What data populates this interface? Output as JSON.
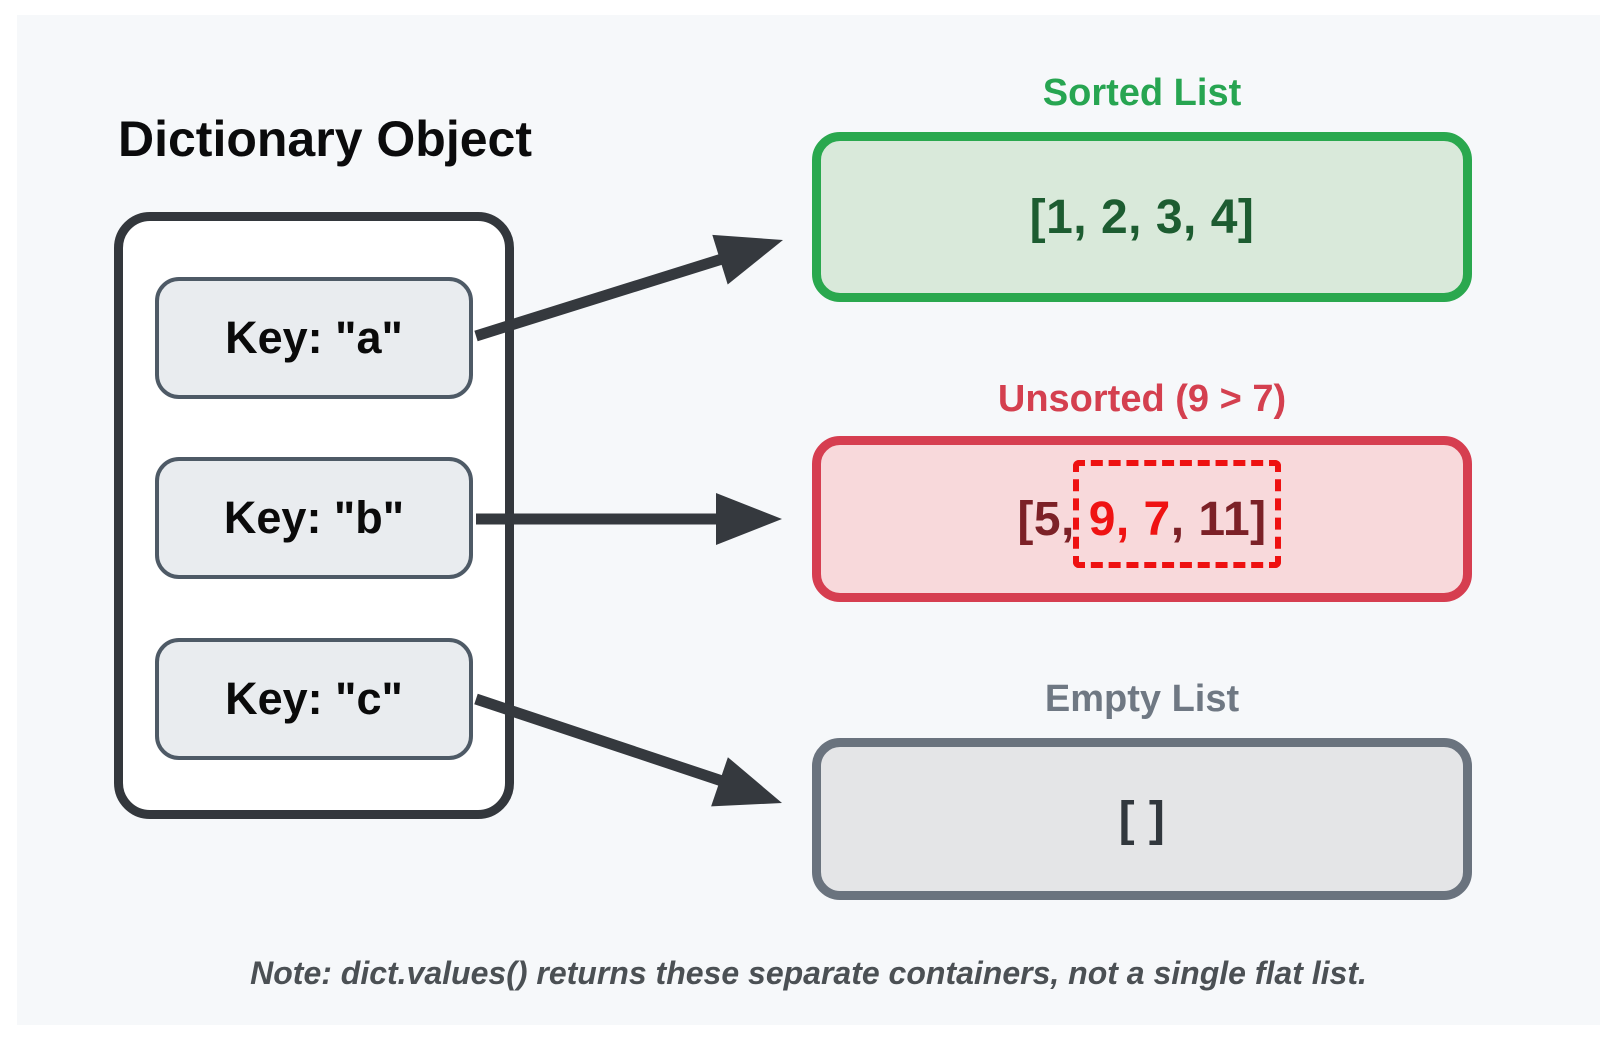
{
  "diagram": {
    "title": "Dictionary Object",
    "dictionary": {
      "keys": [
        {
          "label": "Key: \"a\""
        },
        {
          "label": "Key: \"b\""
        },
        {
          "label": "Key: \"c\""
        }
      ]
    },
    "arrows": [
      {
        "from": "Key: \"a\"",
        "to": "Sorted List"
      },
      {
        "from": "Key: \"b\"",
        "to": "Unsorted (9 > 7)"
      },
      {
        "from": "Key: \"c\"",
        "to": "Empty List"
      }
    ],
    "lists": [
      {
        "name": "sorted",
        "label": "Sorted List",
        "value": "[1, 2, 3, 4]"
      },
      {
        "name": "unsorted",
        "label": "Unsorted (9 > 7)",
        "value_prefix": "[5, ",
        "value_highlight": "9, 7",
        "value_suffix": ", 11]",
        "highlight_style": "dashed red box around out-of-order elements"
      },
      {
        "name": "empty",
        "label": "Empty List",
        "value": "[ ]"
      }
    ],
    "note": "Note: dict.values() returns these separate containers, not a single flat list.",
    "colors": {
      "page_background": "#ffffff",
      "panel_background": "#f6f8fa",
      "outline_charcoal": "#35393e",
      "key_fill": "#e9ecef",
      "key_border": "#4e5a66",
      "green_label": "#27a551",
      "green_border": "#2aa84e",
      "green_fill": "#d9e9da",
      "green_text": "#1d5c31",
      "red_label": "#d4404f",
      "red_border": "#d63e50",
      "red_fill": "#f8d9db",
      "red_text_dark": "#7c2127",
      "red_text_bright": "#ef1313",
      "dash_red": "#ee1111",
      "gray_label": "#6f7883",
      "gray_border": "#6a737e",
      "gray_fill": "#e4e5e7",
      "gray_text": "#31373d",
      "note_text": "#4b5054"
    }
  }
}
